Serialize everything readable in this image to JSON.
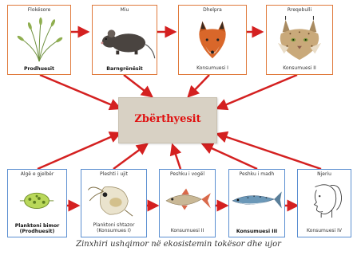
{
  "decomposers": {
    "label": "Zbërthyesit"
  },
  "top_row": [
    {
      "top_label": "Flokësore",
      "bottom_label": "Prodhuesit",
      "bottom_bold": true,
      "picture": "grass-plant"
    },
    {
      "top_label": "Miu",
      "bottom_label": "Barngrënësit",
      "bottom_bold": true,
      "picture": "mouse"
    },
    {
      "top_label": "Dhelpra",
      "bottom_label": "Konsumuesi I",
      "bottom_bold": false,
      "picture": "fox"
    },
    {
      "top_label": "Rreqebulli",
      "bottom_label": "Konsumuesi II",
      "bottom_bold": false,
      "picture": "lynx"
    }
  ],
  "bottom_row": [
    {
      "top_label": "Algë e gjelbër",
      "bottom_lines": [
        "Planktoni bimor",
        "(Prodhuesit)"
      ],
      "bottom_bold": true,
      "picture": "green-alga"
    },
    {
      "top_label": "Pleshti i ujit",
      "bottom_lines": [
        "Planktoni shtazor",
        "(Konsumues I)"
      ],
      "bottom_bold": false,
      "picture": "water-flea"
    },
    {
      "top_label": "Peshku i vogël",
      "bottom_lines": [
        "Konsumuesi II"
      ],
      "bottom_bold": false,
      "picture": "small-fish"
    },
    {
      "top_label": "Peshku i madh",
      "bottom_lines": [
        "Konsumuesi III"
      ],
      "bottom_bold": true,
      "picture": "big-fish"
    },
    {
      "top_label": "Njeriu",
      "bottom_lines": [
        "Konsumuesi IV"
      ],
      "bottom_bold": false,
      "picture": "human-head-sketch"
    }
  ],
  "caption": "Zinxhiri ushqimor në ekosistemin tokësor dhe ujor",
  "colors": {
    "top_border": "#e07a3c",
    "bottom_border": "#5b8fd1",
    "arrow": "#d42020",
    "center_fill": "#d8d1c4",
    "center_text": "#e01010"
  }
}
